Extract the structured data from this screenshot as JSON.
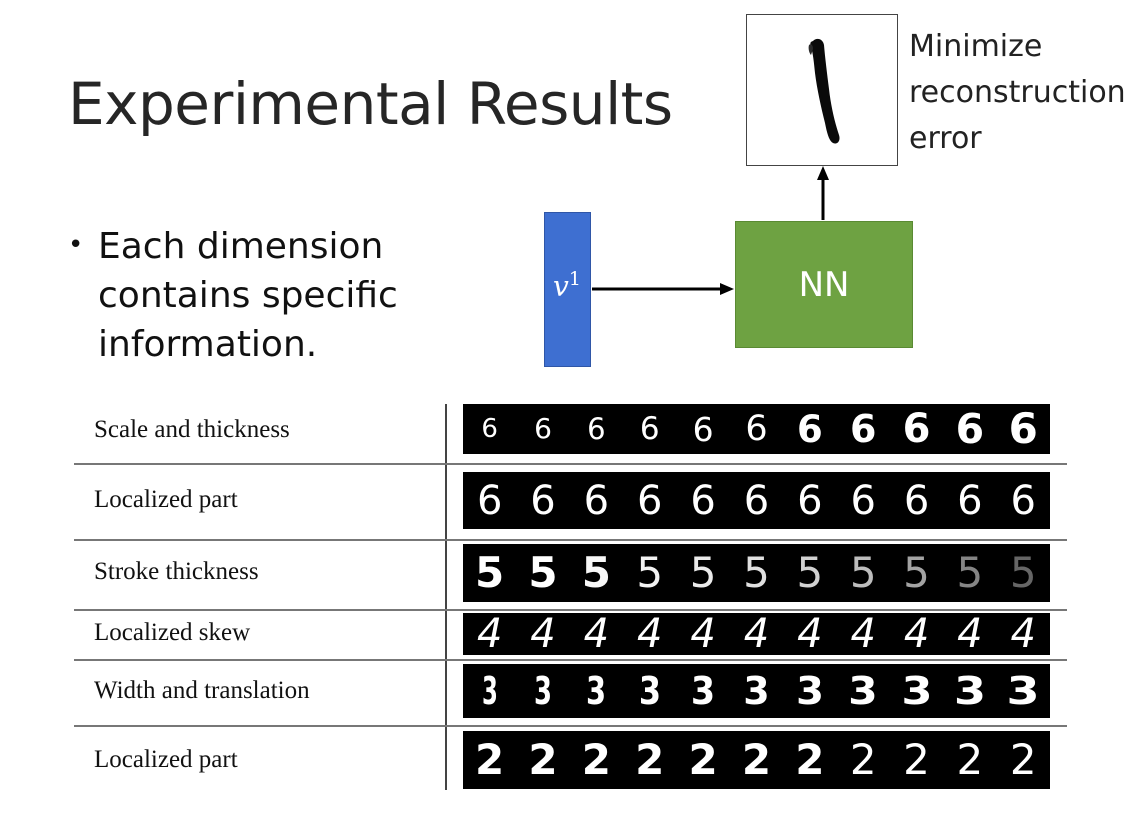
{
  "slide": {
    "title": "Experimental Results",
    "bullet": {
      "lines": [
        "Each dimension",
        "contains specific",
        "information."
      ]
    }
  },
  "diagram": {
    "input_label": "v",
    "input_superscript": "1",
    "network_label": "NN",
    "caption_lines": [
      "Minimize",
      "reconstruction",
      "error"
    ],
    "output_image": "reconstructed digit 1",
    "colors": {
      "input_bar": "#3e6fd1",
      "network_box": "#6ea242"
    }
  },
  "table": {
    "rows": [
      {
        "label": "Scale and thickness",
        "digit": "6",
        "count": 11
      },
      {
        "label": "Localized part",
        "digit": "6",
        "count": 11
      },
      {
        "label": "Stroke thickness",
        "digit": "5",
        "count": 11
      },
      {
        "label": "Localized skew",
        "digit": "4",
        "count": 11
      },
      {
        "label": "Width and translation",
        "digit": "3",
        "count": 11
      },
      {
        "label": "Localized part",
        "digit": "2",
        "count": 11
      }
    ]
  }
}
